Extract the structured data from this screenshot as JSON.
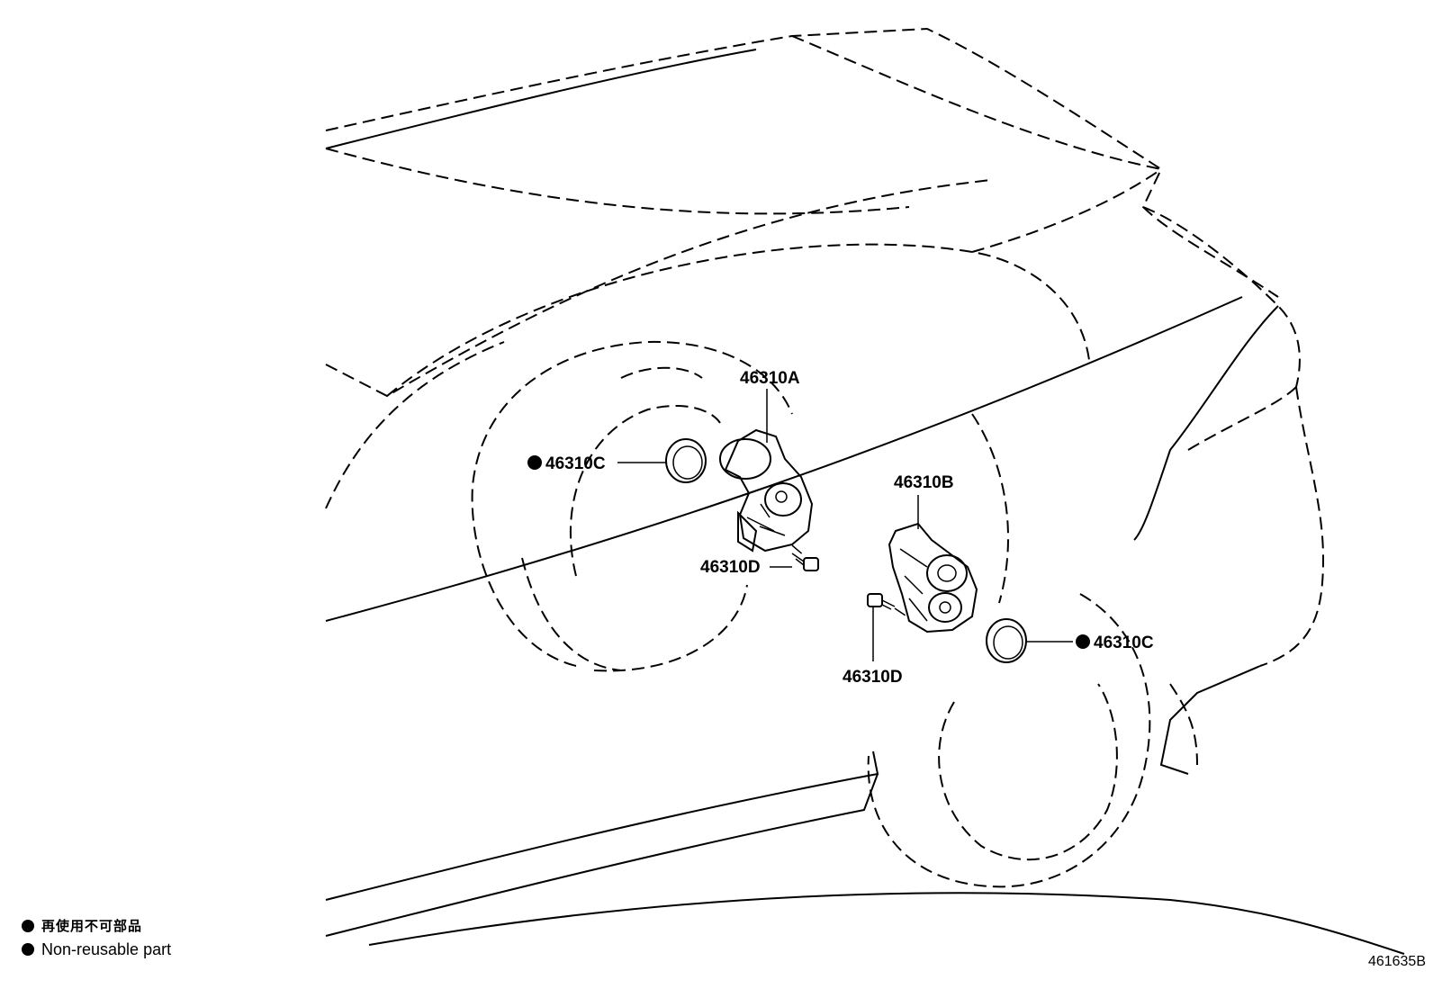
{
  "callouts": {
    "a": {
      "part_no": "46310A"
    },
    "b": {
      "part_no": "46310B"
    },
    "c_left": {
      "part_no": "46310C",
      "non_reusable": true
    },
    "c_right": {
      "part_no": "46310C",
      "non_reusable": true
    },
    "d_left": {
      "part_no": "46310D"
    },
    "d_right": {
      "part_no": "46310D"
    }
  },
  "legend": {
    "japanese": "再使用不可部品",
    "english": "Non-reusable part"
  },
  "figure_id": "461635B",
  "icons": {
    "bullet": "filled-circle-icon",
    "actuator": "parking-brake-actuator-icon",
    "seal_ring": "o-ring-icon",
    "bolt": "bolt-icon"
  }
}
